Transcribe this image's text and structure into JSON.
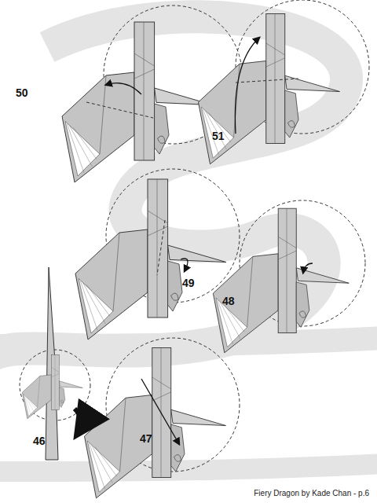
{
  "diagram": {
    "caption": "Fiery Dragon by Kade Chan - p.6",
    "labels": [
      "50",
      "51",
      "49",
      "48",
      "46",
      "47"
    ]
  }
}
